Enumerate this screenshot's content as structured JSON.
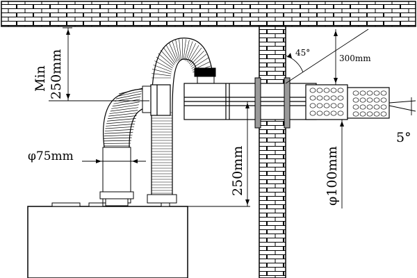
{
  "dimensions": {
    "min_label": "Min",
    "min_height": "250mm",
    "pipe_height": "250mm",
    "angle_45": "45°",
    "length_300": "300mm",
    "angle_5": "5°",
    "dia_75": "φ75mm",
    "dia_100": "φ100mm"
  },
  "colors": {
    "line": "#000000",
    "brick_fill": "#ffffff",
    "collar": "#9a9a9a"
  }
}
